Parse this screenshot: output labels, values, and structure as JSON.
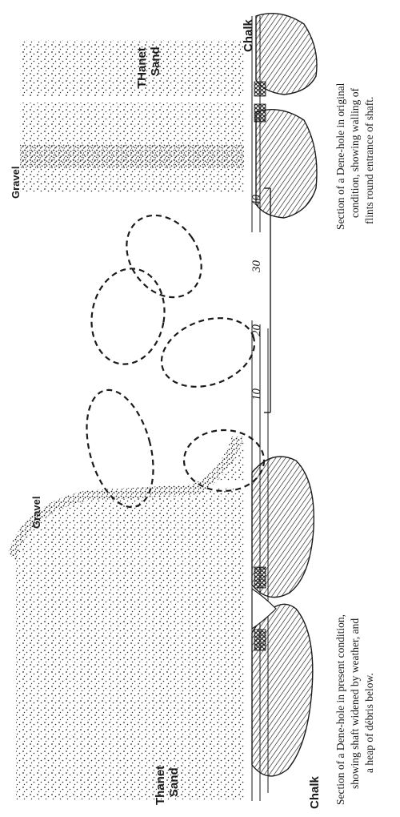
{
  "figure": {
    "left_caption": [
      "Section of a Dene-hole in present condition,",
      "showing shaft widened by weather, and",
      "a heap of débris below."
    ],
    "right_caption": [
      "Section of a Dene-hole in original",
      "condition, showing walling of",
      "flints round entrance of shaft."
    ],
    "left_labels": {
      "chalk": "Chalk",
      "thanet_sand_1": "Thanet",
      "thanet_sand_2": "Sand",
      "gravel": "Gravel"
    },
    "right_labels": {
      "chalk": "Chalk",
      "thanet_sand_1": "THanet",
      "thanet_sand_2": "Sand",
      "gravel": "Gravel"
    },
    "scale": [
      "10",
      "20",
      "30",
      "40"
    ]
  }
}
